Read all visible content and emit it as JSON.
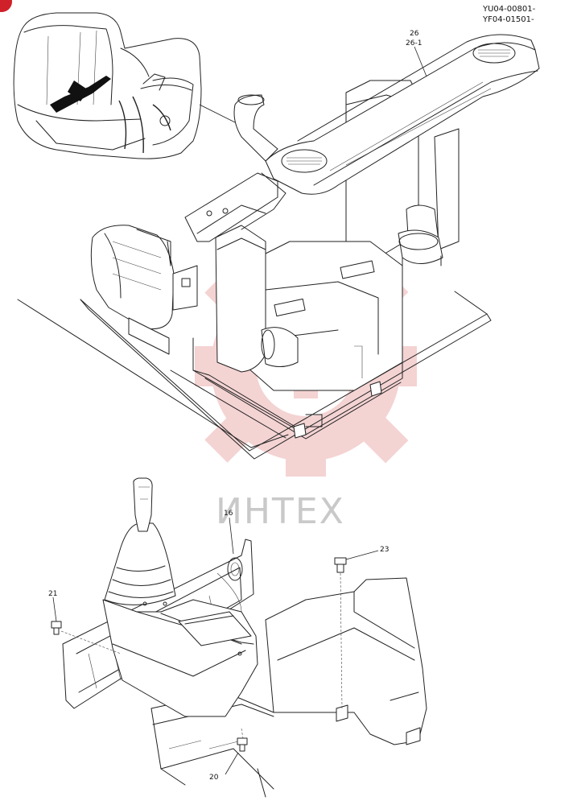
{
  "header": {
    "serial_line_1": "YU04-00801-",
    "serial_line_2": "YF04-01501-"
  },
  "watermark": {
    "text": "ИНТЕХ",
    "color": "#e8a0a0"
  },
  "callouts": {
    "p26": "26",
    "p26_1": "26-1",
    "p16": "16",
    "p21": "21",
    "p23": "23",
    "p20": "20"
  },
  "colors": {
    "line": "#222222",
    "marker": "#d0202a"
  }
}
